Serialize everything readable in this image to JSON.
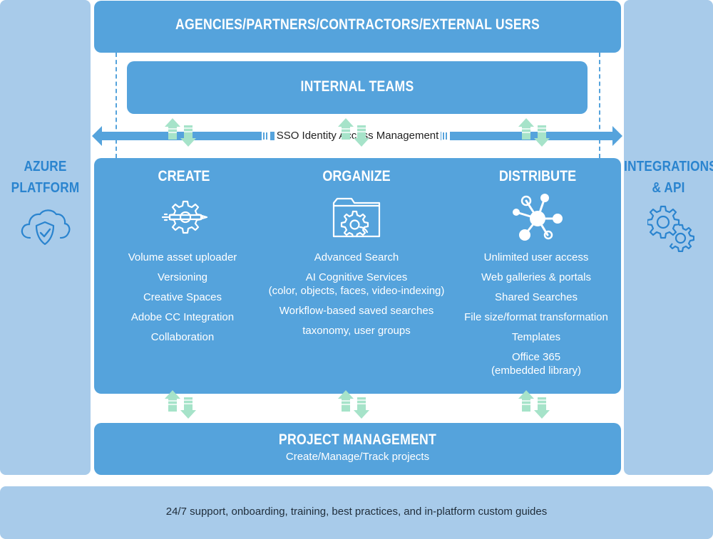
{
  "external_users": {
    "title": "AGENCIES/PARTNERS/CONTRACTORS/EXTERNAL USERS"
  },
  "internal_teams": {
    "title": "INTERNAL TEAMS"
  },
  "sso": {
    "label": "SSO Identity Access Management"
  },
  "left_panel": {
    "title_line1": "AZURE",
    "title_line2": "PLATFORM",
    "icon": "cloud-shield-icon"
  },
  "right_panel": {
    "title_line1": "INTEGRATIONS",
    "title_line2": "& API",
    "icon": "gears-icon"
  },
  "columns": [
    {
      "title": "CREATE",
      "icon": "gear-pencil-icon",
      "items": [
        "Volume asset uploader",
        "Versioning",
        "Creative Spaces",
        "Adobe CC Integration",
        "Collaboration"
      ]
    },
    {
      "title": "ORGANIZE",
      "icon": "folder-gear-icon",
      "items": [
        "Advanced Search",
        "AI Cognitive Services\n(color, objects, faces, video-indexing)",
        "Workflow-based saved searches",
        "taxonomy, user groups"
      ]
    },
    {
      "title": "DISTRIBUTE",
      "icon": "network-icon",
      "items": [
        "Unlimited user access",
        "Web galleries & portals",
        "Shared Searches",
        "File size/format transformation",
        "Templates",
        "Office 365\n(embedded library)"
      ]
    }
  ],
  "project_management": {
    "title": "PROJECT MANAGEMENT",
    "subtitle": "Create/Manage/Track projects"
  },
  "support": {
    "text": "24/7 support, onboarding, training, best practices, and in-platform custom guides"
  },
  "colors": {
    "box_blue": "#55a3dc",
    "side_blue": "#a8cbea",
    "title_blue": "#2a84cf",
    "arrow_green": "#a6e3c9"
  }
}
